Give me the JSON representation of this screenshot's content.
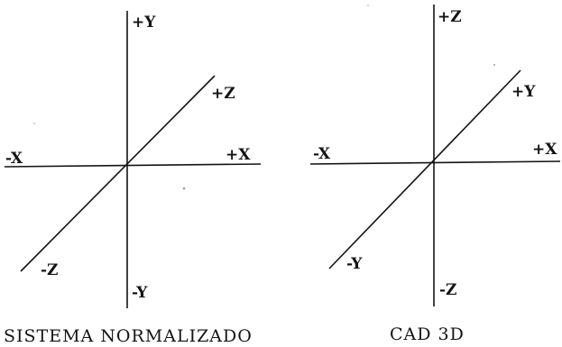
{
  "left_diagram": {
    "caption": "SISTEMA NORMALIZADO",
    "labels": {
      "top": "+Y",
      "bottom": "-Y",
      "left": "-X",
      "right": "+X",
      "diag_upper": "+Z",
      "diag_lower": "-Z"
    }
  },
  "right_diagram": {
    "caption": "CAD 3D",
    "labels": {
      "top": "+Z",
      "bottom": "-Z",
      "left": "-X",
      "right": "+X",
      "diag_upper": "+Y",
      "diag_lower": "-Y"
    }
  }
}
